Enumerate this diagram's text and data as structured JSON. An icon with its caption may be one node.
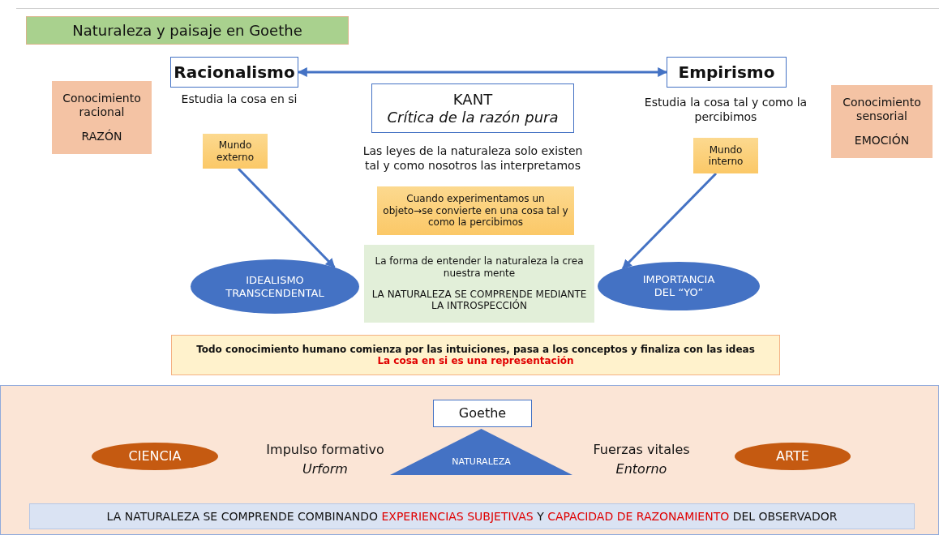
{
  "diagram": {
    "title": "Naturaleza y paisaje en Goethe",
    "nodes": [
      {
        "text": [
          "Racionalismo"
        ],
        "beside": [
          "Estudia la cosa en si"
        ]
      },
      {
        "text": [
          "Empirismo"
        ],
        "beside": [
          "Estudia la cosa tal y como la percibimos"
        ]
      },
      {
        "text": [
          "Conocimiento racional",
          "RAZÓN"
        ]
      },
      {
        "text": [
          "Mundo externo"
        ]
      },
      {
        "text": [
          "KANT",
          "Crítica de la razón pura"
        ],
        "beside": [
          "Las leyes de la naturaleza solo existen tal y como nosotros las interpretamos"
        ]
      },
      {
        "text": [
          "Cuando experimentamos un objeto→se convierte en una cosa tal y como la percibimos"
        ]
      },
      {
        "text": [
          "Mundo interno"
        ]
      },
      {
        "text": [
          "Conocimiento sensorial",
          "EMOCIÓN"
        ]
      },
      {
        "text": [
          "IDEALISMO TRANSCENDENTAL"
        ]
      },
      {
        "text": [
          "La forma de entender la naturaleza la crea nuestra mente",
          "LA NATURALEZA SE COMPRENDE MEDIANTE LA INTROSPECCIÓN"
        ]
      },
      {
        "text": [
          "IMPORTANCIA DEL “YO”"
        ]
      },
      {
        "text": [
          "Todo conocimiento humano comienza por las intuiciones, pasa a los conceptos y finaliza con las ideas",
          "La cosa en si es una representación"
        ]
      },
      {
        "text": [],
        "shape": "box"
      },
      {
        "text": [
          "Goethe"
        ],
        "in": 12
      },
      {
        "text": [
          "NATURALEZA"
        ],
        "in": 12
      },
      {
        "text": [
          "CIENCIA"
        ],
        "in": 12
      },
      {
        "text": [
          "ARTE"
        ],
        "in": 12
      },
      {
        "text": [
          "LA NATURALEZA SE COMPRENDE COMBINANDO ",
          "EXPERIENCIAS SUBJETIVAS",
          " Y ",
          "CAPACIDAD DE RAZONAMIENTO",
          " DEL OBSERVADOR"
        ],
        "in": 12
      }
    ],
    "edges": [
      {
        "from": 0,
        "to": 1,
        "arrow": "both"
      },
      {
        "from": 3,
        "to": 8,
        "arrow": "to"
      },
      {
        "from": 6,
        "to": 10,
        "arrow": "to"
      }
    ],
    "labels": [
      "Impulso formativo",
      "Urform",
      "Fuerzas vitales",
      "Entorno"
    ]
  }
}
